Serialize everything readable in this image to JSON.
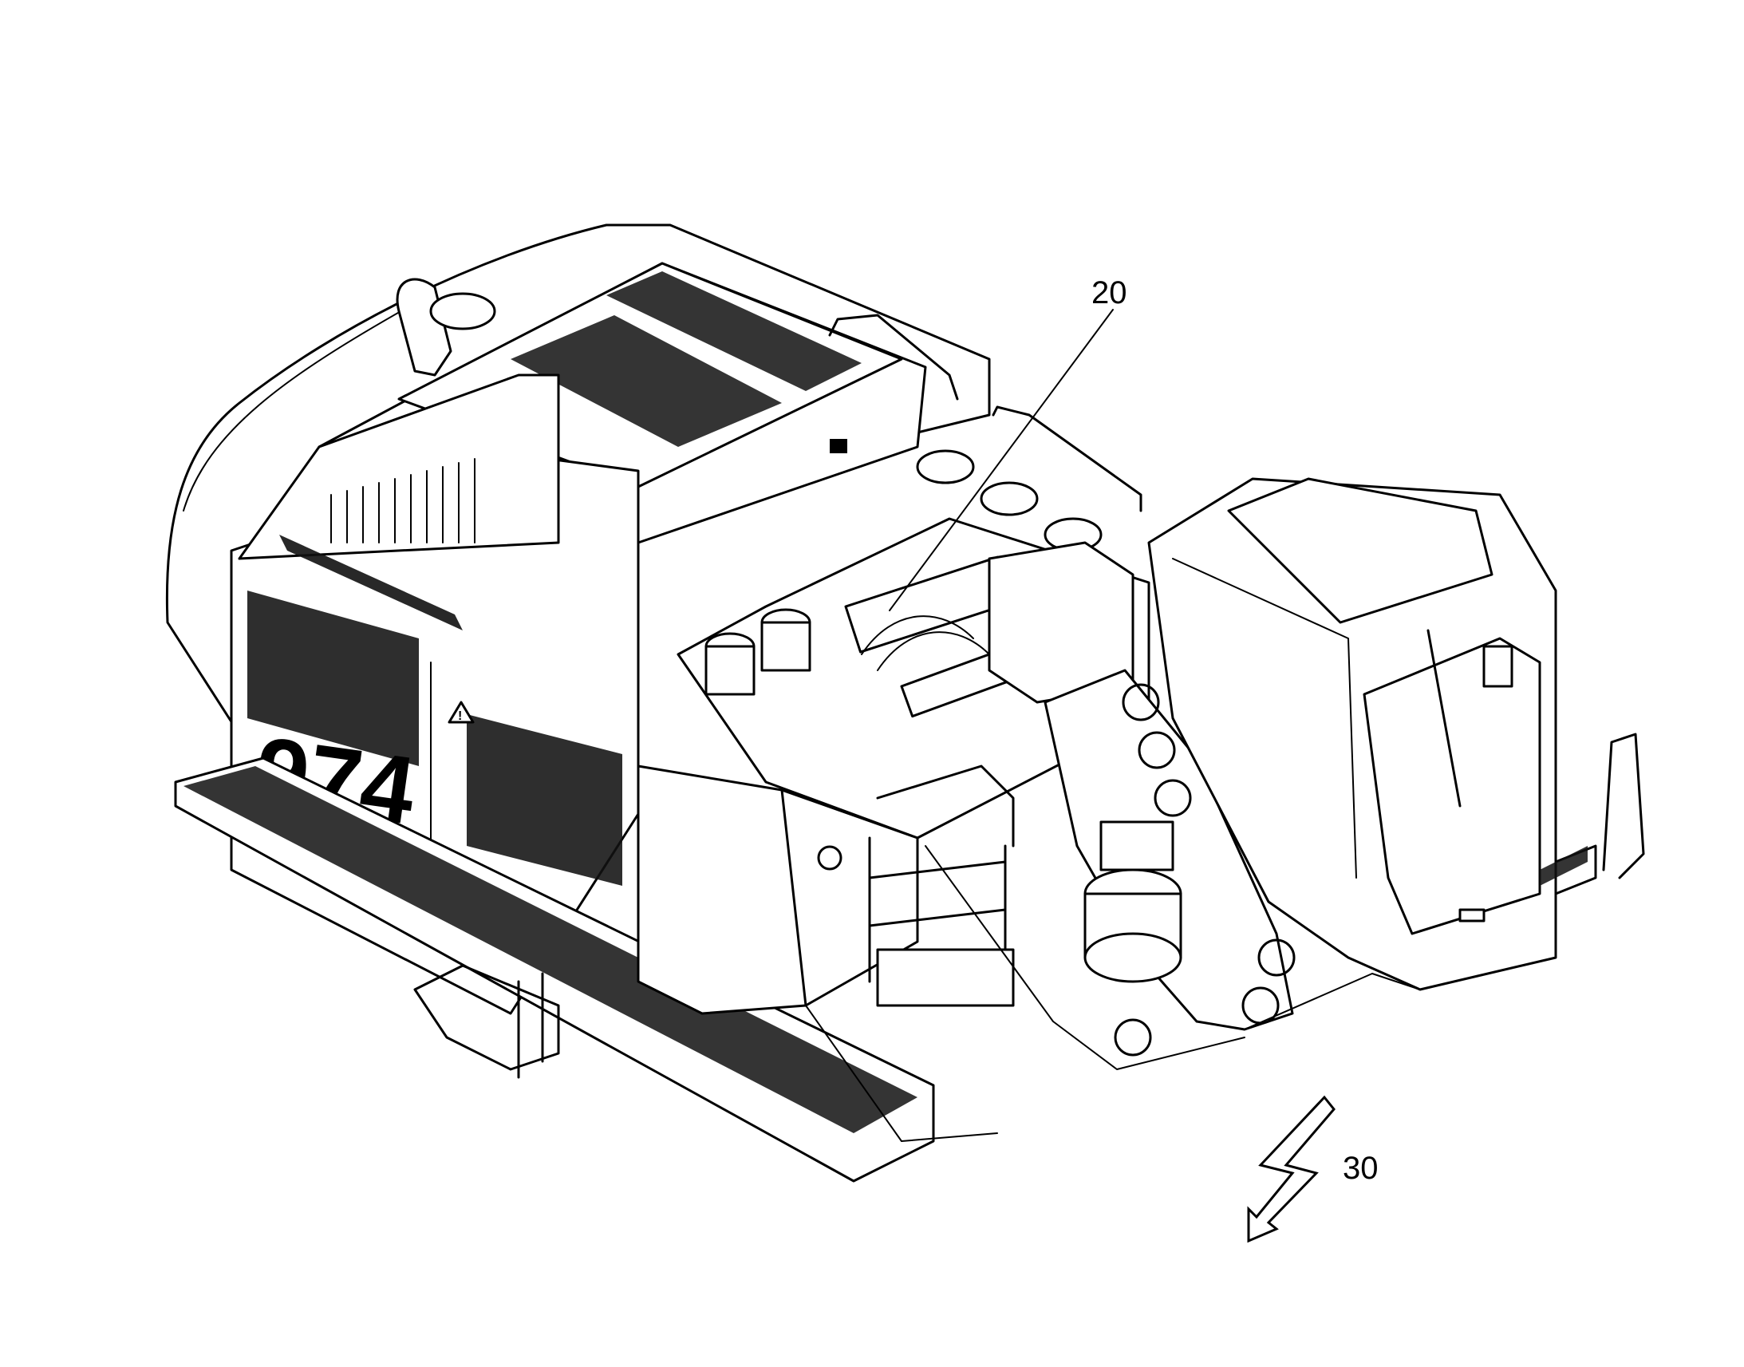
{
  "figure": {
    "model_number": "974",
    "callouts": [
      {
        "id": "callout-20",
        "label": "20",
        "refers_to": "valve-block"
      },
      {
        "id": "callout-30",
        "label": "30",
        "refers_to": "electrical-hazard"
      }
    ],
    "icons": [
      "warning-triangle-icon",
      "lightning-bolt-icon"
    ],
    "colors": {
      "line": "#000000",
      "background": "#ffffff",
      "grille": "#111111"
    }
  }
}
